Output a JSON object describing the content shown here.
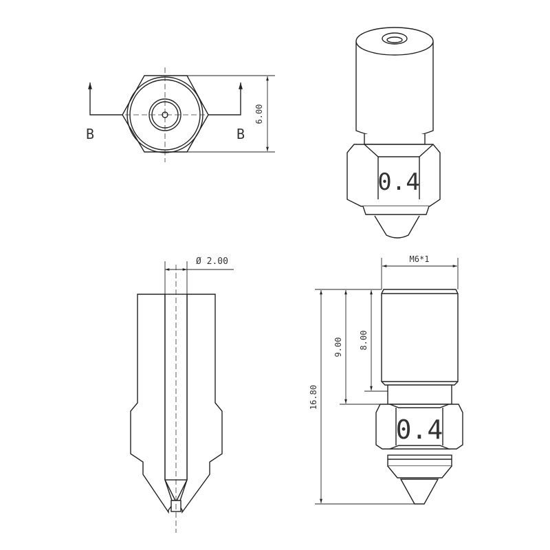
{
  "top_view": {
    "section_left": "B",
    "section_right": "B",
    "dim_width": "6.00"
  },
  "iso_view": {
    "nozzle_size": "0.4"
  },
  "section_view": {
    "dim_bore": "Ø 2.00"
  },
  "front_view": {
    "dim_thread": "M6*1",
    "dim_total": "16.80",
    "dim_9": "9.00",
    "dim_8": "8.00",
    "nozzle_size": "0.4"
  }
}
